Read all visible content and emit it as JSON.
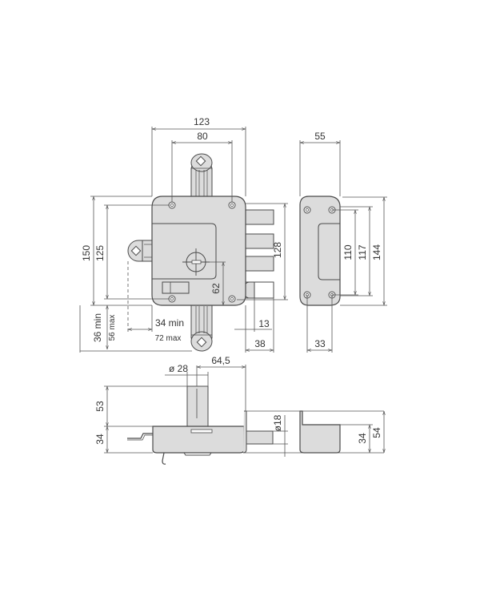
{
  "drawing": {
    "title": "Surface-mounted lock technical drawing",
    "colors": {
      "background": "#ffffff",
      "part_fill": "#dcdcdc",
      "line": "#4a4a4a",
      "dim_line": "#555555",
      "text": "#333333"
    },
    "front_view": {
      "dimensions": {
        "overall_width": "123",
        "hole_spacing_width": "80",
        "overall_height": "150",
        "hole_spacing_height": "125",
        "bolt_span": "128",
        "key_offset": "62",
        "latch_width": "13",
        "bolt_projection": "38",
        "backset_min": "36 min",
        "backset_max": "56 max",
        "rod_min": "34  min",
        "rod_max": "72 max"
      }
    },
    "keeper_view": {
      "dimensions": {
        "width": "55",
        "hole_spacing_inner": "110",
        "hole_spacing_outer": "117",
        "height": "144",
        "hole_spacing_width": "33"
      }
    },
    "side_view": {
      "dimensions": {
        "cylinder_diameter": "ø 28",
        "cylinder_offset": "64,5",
        "cylinder_height": "53",
        "body_depth": "34",
        "bolt_diameter": "ø18",
        "keeper_depth": "34",
        "keeper_total": "54"
      }
    }
  }
}
